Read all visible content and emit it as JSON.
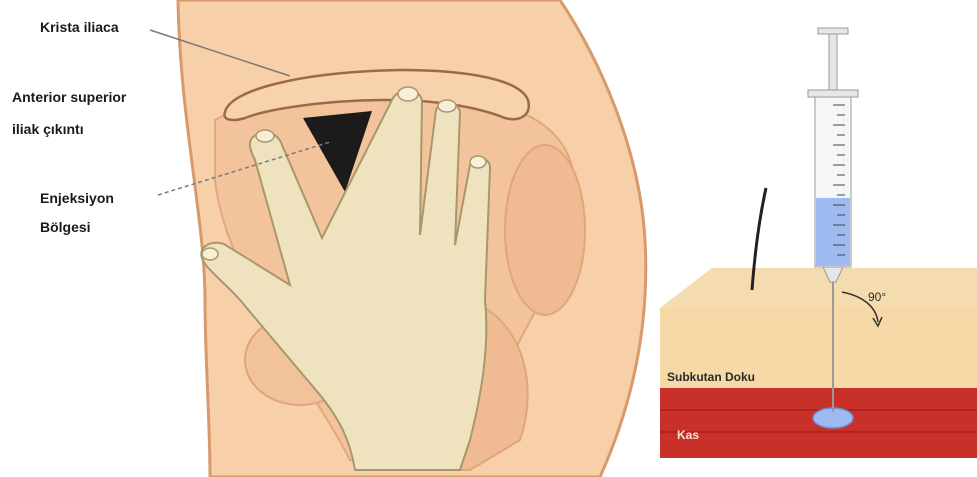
{
  "labels": {
    "crista": "Krista iliaca",
    "asis_line1": "Anterior superior",
    "asis_line2": "iliak çıkıntı",
    "injection_line1": "Enjeksiyon",
    "injection_line2": "Bölgesi"
  },
  "skin_diagram": {
    "angle": "90°",
    "subcutaneous": "Subkutan Doku",
    "muscle": "Kas"
  },
  "colors": {
    "skin": "#f7cfa8",
    "skin_outline": "#d89a6c",
    "pelvis": "#f2c29b",
    "glove": "#efe3bf",
    "glove_outline": "#a8976a",
    "injection_site": "#1b1b1b",
    "muscle": "#c9302a",
    "fat": "#f6d9a6",
    "liquid": "#9fbaf0"
  }
}
